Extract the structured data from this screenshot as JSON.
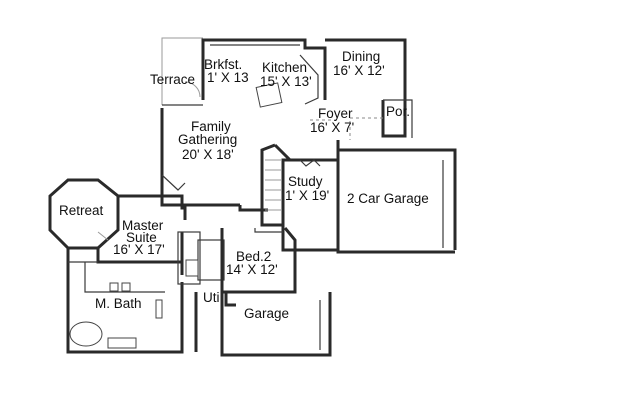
{
  "rooms": {
    "brkfst": {
      "name": "Brkfst.",
      "dim": "1' X 13"
    },
    "kitchen": {
      "name": "Kitchen",
      "dim": "15' X 13'"
    },
    "dining": {
      "name": "Dining",
      "dim": "16' X 12'"
    },
    "terrace": {
      "name": "Terrace"
    },
    "foyer": {
      "name": "Foyer",
      "dim": "16' X 7'"
    },
    "porch": {
      "name": "Por."
    },
    "family": {
      "name_line1": "Family",
      "name_line2": "Gathering",
      "dim": "20' X 18'"
    },
    "study": {
      "name": "Study",
      "dim": "1' X 19'"
    },
    "garage2": {
      "name": "2 Car Garage"
    },
    "retreat": {
      "name": "Retreat"
    },
    "master": {
      "name_line1": "Master",
      "name_line2": "Suite",
      "dim": "16' X 17'"
    },
    "bed2": {
      "name": "Bed.2",
      "dim": "14' X 12'"
    },
    "mbath": {
      "name": "M. Bath"
    },
    "utility": {
      "name": "Uti"
    },
    "garage": {
      "name": "Garage"
    }
  }
}
